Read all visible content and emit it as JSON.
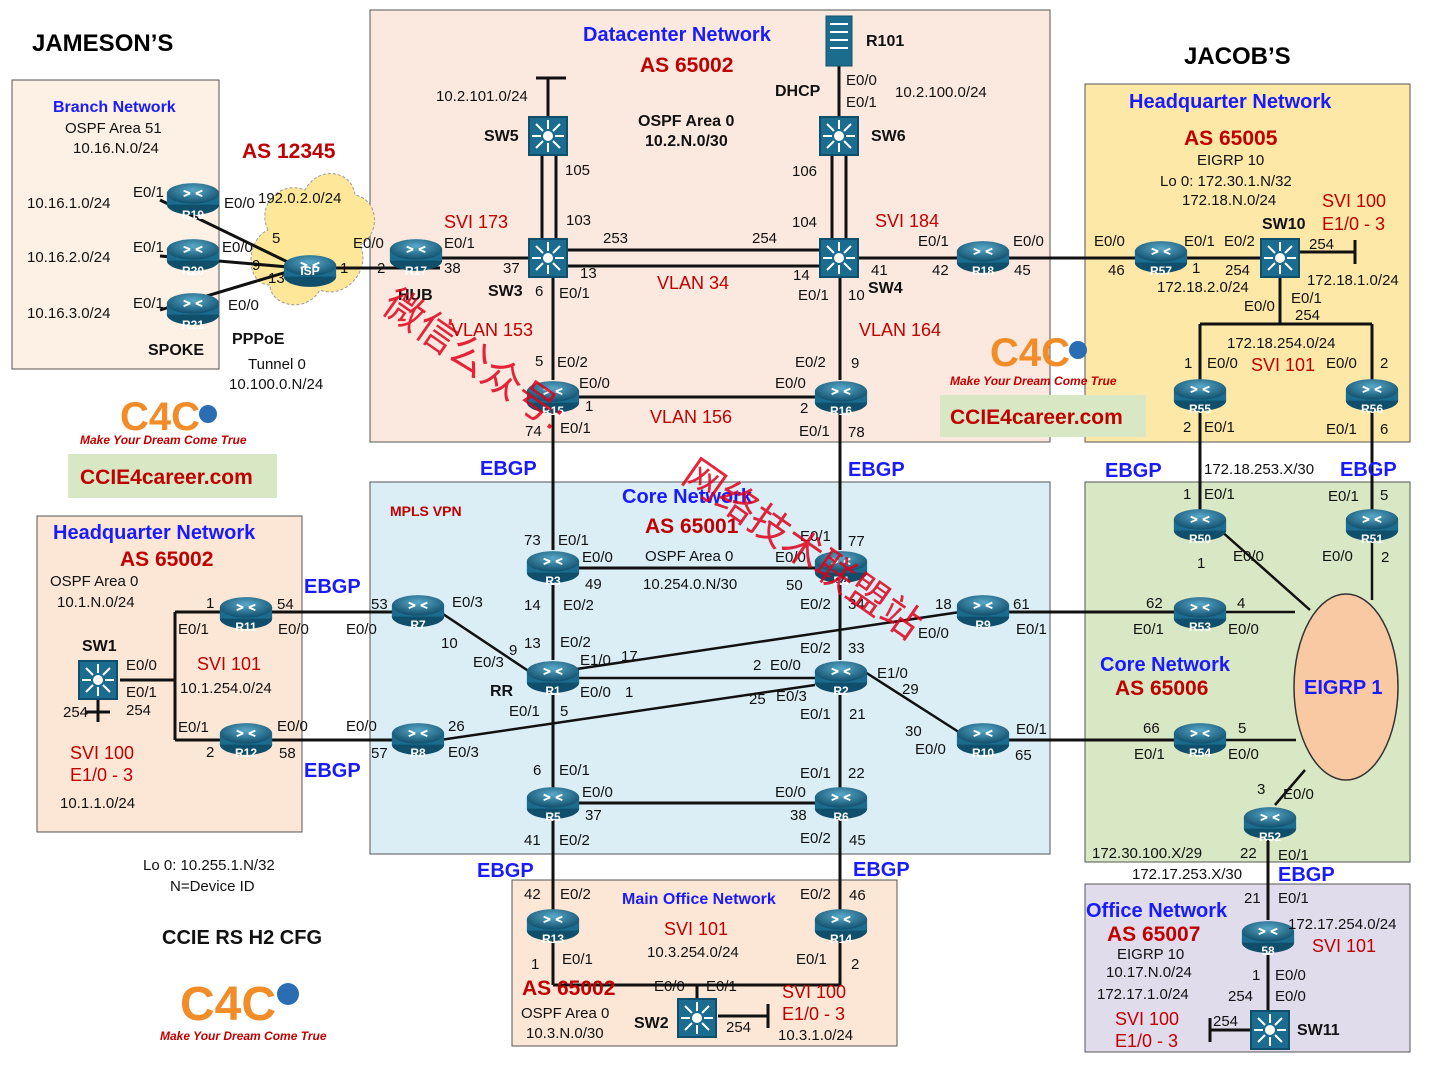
{
  "headings": {
    "jameson": "JAMESON’S",
    "jacob": "JACOB’S",
    "cfg": "CCIE RS H2 CFG",
    "loopback": "Lo 0: 10.255.1.N/32",
    "device_id": "N=Device ID"
  },
  "brand": {
    "logo_text": "C4C",
    "tagline": "Make Your Dream Come True",
    "site": "CCIE4career.com"
  },
  "watermark": {
    "left": "微信公众号:",
    "right": "网络技术联盟站"
  },
  "zones": {
    "branch": {
      "title": "Branch Network",
      "l1": "OSPF Area 51",
      "l2": "10.16.N.0/24",
      "spoke": "SPOKE",
      "pppoe": "PPPoE",
      "tunnel": "Tunnel 0",
      "tunnel_net": "10.100.0.N/24",
      "as": "AS 12345",
      "isp_net": "192.0.2.0/24"
    },
    "datacenter": {
      "title": "Datacenter Network",
      "as": "AS 65002",
      "ospf": "OSPF Area 0",
      "ospf_net": "10.2.N.0/30",
      "net101": "10.2.101.0/24",
      "net100": "10.2.100.0/24",
      "dhcp": "DHCP"
    },
    "hq_jacob": {
      "title": "Headquarter Network",
      "as": "AS 65005",
      "eigrp": "EIGRP 10",
      "lo": "Lo 0: 172.30.1.N/32",
      "net": "172.18.N.0/24",
      "svi100": "SVI 100",
      "svi100_if": "E1/0 - 3",
      "svi101": "SVI 101",
      "n1": "172.18.1.0/24",
      "n2": "172.18.2.0/24",
      "n254": "172.18.254.0/24",
      "n253": "172.18.253.X/30"
    },
    "hq_jameson": {
      "title": "Headquarter Network",
      "as": "AS 65002",
      "ospf": "OSPF Area 0",
      "net": "10.1.N.0/24",
      "svi101": "SVI 101",
      "svi_net": "10.1.254.0/24",
      "svi100": "SVI 100",
      "svi100_if": "E1/0 - 3",
      "net1": "10.1.1.0/24"
    },
    "core": {
      "title": "Core Network",
      "as": "AS 65001",
      "mpls": "MPLS VPN",
      "ospf": "OSPF Area 0",
      "net": "10.254.0.N/30",
      "rr": "RR"
    },
    "core2": {
      "title": "Core Network",
      "as": "AS 65006",
      "eigrp": "EIGRP 1",
      "n100": "172.30.100.X/29",
      "n253": "172.17.253.X/30"
    },
    "main_office": {
      "title": "Main Office Network",
      "as": "AS 65002",
      "svi101": "SVI 101",
      "svi_net": "10.3.254.0/24",
      "ospf": "OSPF Area 0",
      "net": "10.3.N.0/30",
      "svi100": "SVI 100",
      "svi100_if": "E1/0 - 3",
      "net1": "10.3.1.0/24"
    },
    "office": {
      "title": "Office Network",
      "as": "AS 65007",
      "eigrp": "EIGRP 10",
      "net": "10.17.N.0/24",
      "n1": "172.17.1.0/24",
      "n254": "172.17.254.0/24",
      "svi101": "SVI 101",
      "svi100": "SVI 100",
      "svi100_if": "E1/0 - 3"
    }
  },
  "ebgp_label": "EBGP",
  "colors": {
    "branch_fill": "#fdf0e4",
    "dc_fill": "#fbe9df",
    "hq_jacob_fill": "#fde8a8",
    "core_fill": "#dbeef6",
    "core2_fill": "#d9e8c4",
    "main_fill": "#fce7d6",
    "office_fill": "#e1dcec",
    "eigrp_fill": "#f8c9a2",
    "router_fill": "#1b6c8e",
    "text_red": "#c00000",
    "text_blue": "#1a1aff"
  },
  "devices": {
    "r19": "R19",
    "r20": "R20",
    "r21": "R21",
    "isp": "ISP",
    "r17": "R17",
    "hub": "HUB",
    "sw3": "SW3",
    "sw4": "SW4",
    "sw5": "SW5",
    "sw6": "SW6",
    "r101": "R101",
    "r15": "R15",
    "r16": "R16",
    "r18": "R18",
    "r57": "R57",
    "sw10": "SW10",
    "r55": "R55",
    "r56": "R56",
    "r50": "R50",
    "r51": "R51",
    "r53": "R53",
    "r54": "R54",
    "r52": "R52",
    "r58": "58",
    "sw11": "SW11",
    "r3": "R3",
    "r4": "R4",
    "r7": "R7",
    "r8": "R8",
    "r1": "R1",
    "r2": "R2",
    "r9": "R9",
    "r10": "R10",
    "r5": "R5",
    "r6": "R6",
    "r11": "R11",
    "r12": "R12",
    "sw1": "SW1",
    "r13": "R13",
    "r14": "R14",
    "sw2": "SW2"
  },
  "labels": {
    "vlan34": "VLAN 34",
    "vlan153": "VLAN 153",
    "vlan164": "VLAN 164",
    "vlan156": "VLAN 156",
    "svi173": "SVI 173",
    "svi184": "SVI 184",
    "b1": "10.16.1.0/24",
    "b2": "10.16.2.0/24",
    "b3": "10.16.3.0/24"
  }
}
